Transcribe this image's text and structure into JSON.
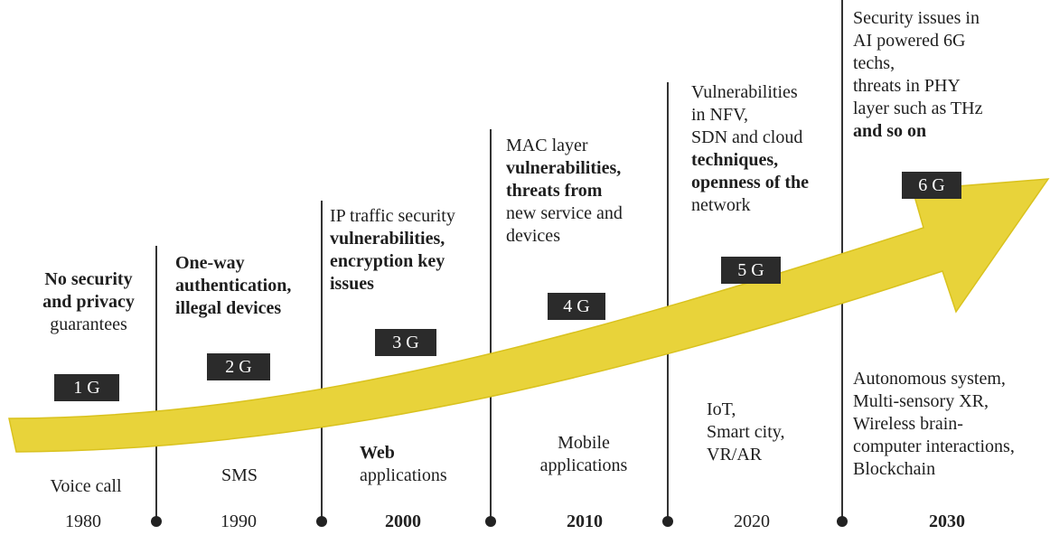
{
  "generations": [
    {
      "label": "1 G",
      "year": "1980",
      "year_bold": false,
      "threats": [
        {
          "text": "No security",
          "bold": true
        },
        {
          "text": "and privacy",
          "bold": true
        },
        {
          "text": "guarantees",
          "bold": false
        }
      ],
      "services": [
        {
          "text": "Voice call",
          "bold": false
        }
      ]
    },
    {
      "label": "2 G",
      "year": "1990",
      "year_bold": false,
      "threats": [
        {
          "text": "One-way",
          "bold": true
        },
        {
          "text": "authentication,",
          "bold": true
        },
        {
          "text": "illegal devices",
          "bold": true
        }
      ],
      "services": [
        {
          "text": "SMS",
          "bold": false
        }
      ]
    },
    {
      "label": "3 G",
      "year": "2000",
      "year_bold": true,
      "threats": [
        {
          "text": "IP traffic security",
          "bold": false
        },
        {
          "text": "vulnerabilities,",
          "bold": true
        },
        {
          "text": "encryption key",
          "bold": true
        },
        {
          "text": "issues",
          "bold": true
        }
      ],
      "services": [
        {
          "text": "Web",
          "bold": true
        },
        {
          "text": "applications",
          "bold": false
        }
      ]
    },
    {
      "label": "4 G",
      "year": "2010",
      "year_bold": true,
      "threats": [
        {
          "text": "MAC layer",
          "bold": false
        },
        {
          "text": "vulnerabilities,",
          "bold": true
        },
        {
          "text": "threats from",
          "bold": true
        },
        {
          "text": "new service and",
          "bold": false
        },
        {
          "text": "devices",
          "bold": false
        }
      ],
      "services": [
        {
          "text": "Mobile",
          "bold": false
        },
        {
          "text": "applications",
          "bold": false
        }
      ]
    },
    {
      "label": "5 G",
      "year": "2020",
      "year_bold": false,
      "threats": [
        {
          "text": "Vulnerabilities",
          "bold": false
        },
        {
          "text": "in NFV,",
          "bold": false
        },
        {
          "text": "SDN and cloud",
          "bold": false
        },
        {
          "text": "techniques,",
          "bold": true
        },
        {
          "text": "openness of the",
          "bold": true
        },
        {
          "text": "network",
          "bold": false
        }
      ],
      "services": [
        {
          "text": "IoT,",
          "bold": false
        },
        {
          "text": "Smart city,",
          "bold": false
        },
        {
          "text": "VR/AR",
          "bold": false
        }
      ]
    },
    {
      "label": "6 G",
      "year": "2030",
      "year_bold": true,
      "threats": [
        {
          "text": "Security issues in",
          "bold": false
        },
        {
          "text": "AI powered 6G",
          "bold": false
        },
        {
          "text": "techs,",
          "bold": false
        },
        {
          "text": "threats in PHY",
          "bold": false
        },
        {
          "text": "layer such as THz",
          "bold": false
        },
        {
          "text": "and so on",
          "bold": true
        }
      ],
      "services": [
        {
          "text": "Autonomous system,",
          "bold": false
        },
        {
          "text": "Multi-sensory XR,",
          "bold": false
        },
        {
          "text": "Wireless brain-",
          "bold": false
        },
        {
          "text": "computer interactions,",
          "bold": false
        },
        {
          "text": "Blockchain",
          "bold": false
        }
      ]
    }
  ],
  "colors": {
    "arrow": "#e8d33a",
    "arrow_edge": "#d9c21e",
    "badge": "#2b2b2b",
    "divider": "#333333"
  }
}
